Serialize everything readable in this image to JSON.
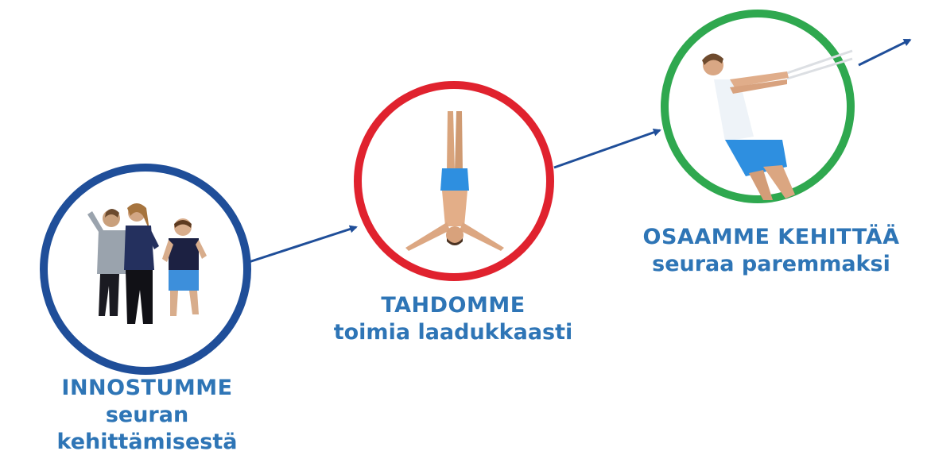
{
  "colors": {
    "arrow": "#1f4e99",
    "caption_text": "#2e75b6",
    "circle_1": "#1f4e99",
    "circle_2": "#e0222e",
    "circle_3": "#2fa84f"
  },
  "stages": [
    {
      "title": "INNOSTUMME",
      "subtitle": "seuran kehittämisestä",
      "ring_color": "#1f4e99",
      "photo": "three-excited-people"
    },
    {
      "title": "TAHDOMME",
      "subtitle": "toimia laadukkaasti",
      "ring_color": "#e0222e",
      "photo": "person-doing-handstand"
    },
    {
      "title": "OSAAMME KEHITTÄÄ",
      "subtitle": "seuraa paremmaksi",
      "ring_color": "#2fa84f",
      "photo": "woman-pulling-rope"
    }
  ]
}
